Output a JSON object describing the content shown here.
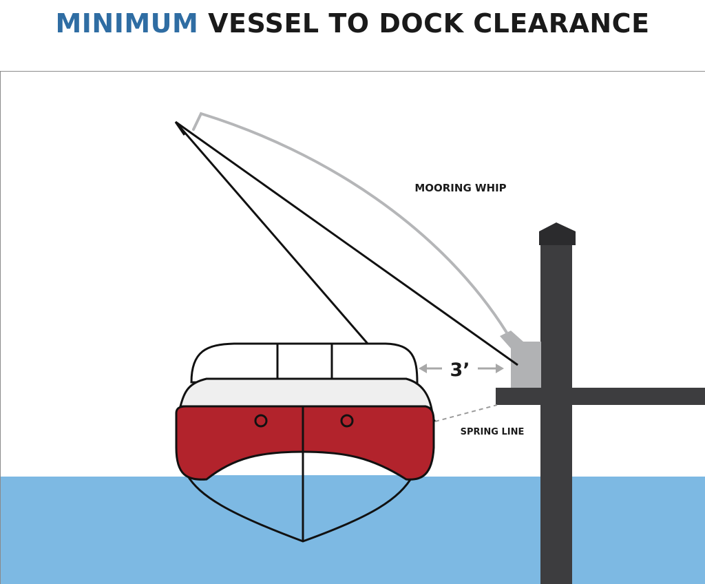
{
  "title": {
    "highlight": "MINIMUM",
    "rest": "VESSEL TO DOCK CLEARANCE"
  },
  "labels": {
    "mooring_whip": "MOORING WHIP",
    "spring_line": "SPRING LINE",
    "clearance": "3’"
  },
  "colors": {
    "title_accent": "#2f6da3",
    "water": "#7db9e3",
    "hull_red": "#b2232c",
    "dock_post": "#3d3d3f",
    "whip": "#b5b6b8",
    "whip_base": "#b1b2b4"
  }
}
